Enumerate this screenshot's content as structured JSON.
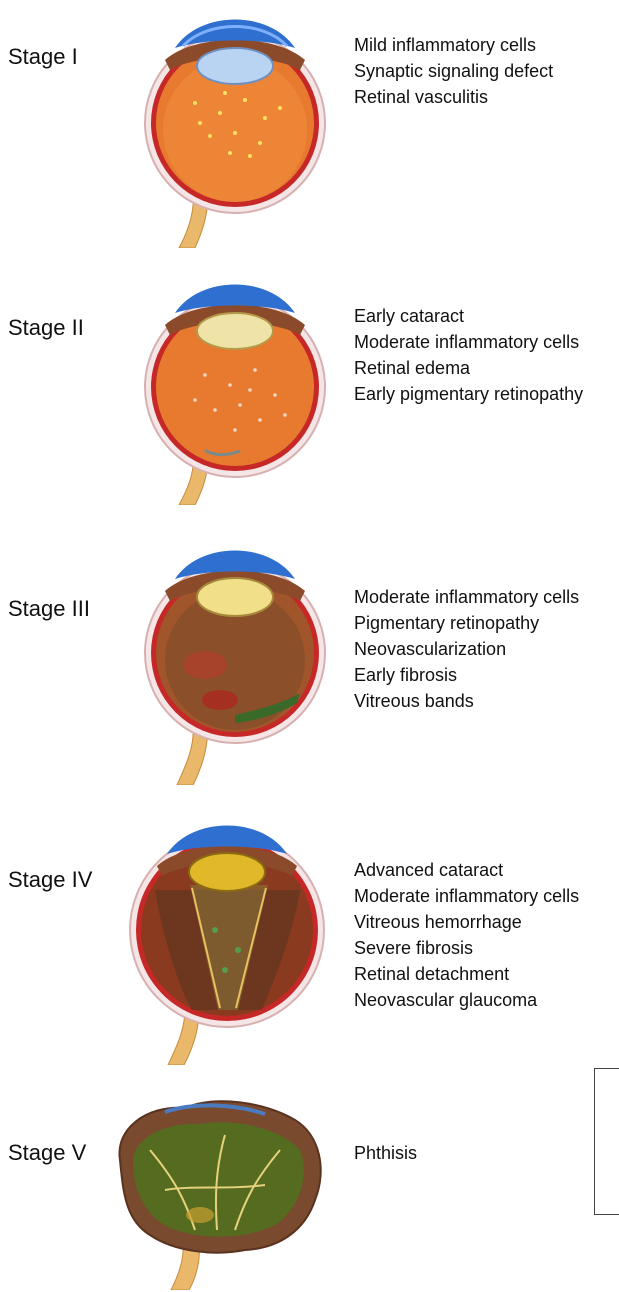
{
  "stages": [
    {
      "label": "Stage I",
      "findings": [
        "Mild inflammatory cells",
        "Synaptic signaling defect",
        "Retinal vasculitis"
      ]
    },
    {
      "label": "Stage II",
      "findings": [
        "Early cataract",
        "Moderate inflammatory cells",
        "Retinal edema",
        "Early pigmentary retinopathy"
      ]
    },
    {
      "label": "Stage III",
      "findings": [
        "Moderate inflammatory cells",
        "Pigmentary retinopathy",
        "Neovascularization",
        "Early fibrosis",
        "Vitreous bands"
      ]
    },
    {
      "label": "Stage IV",
      "findings": [
        "Advanced cataract",
        "Moderate inflammatory cells",
        "Vitreous hemorrhage",
        "Severe fibrosis",
        "Retinal detachment",
        "Neovascular glaucoma"
      ]
    },
    {
      "label": "Stage V",
      "findings": [
        "Phthisis"
      ]
    }
  ]
}
